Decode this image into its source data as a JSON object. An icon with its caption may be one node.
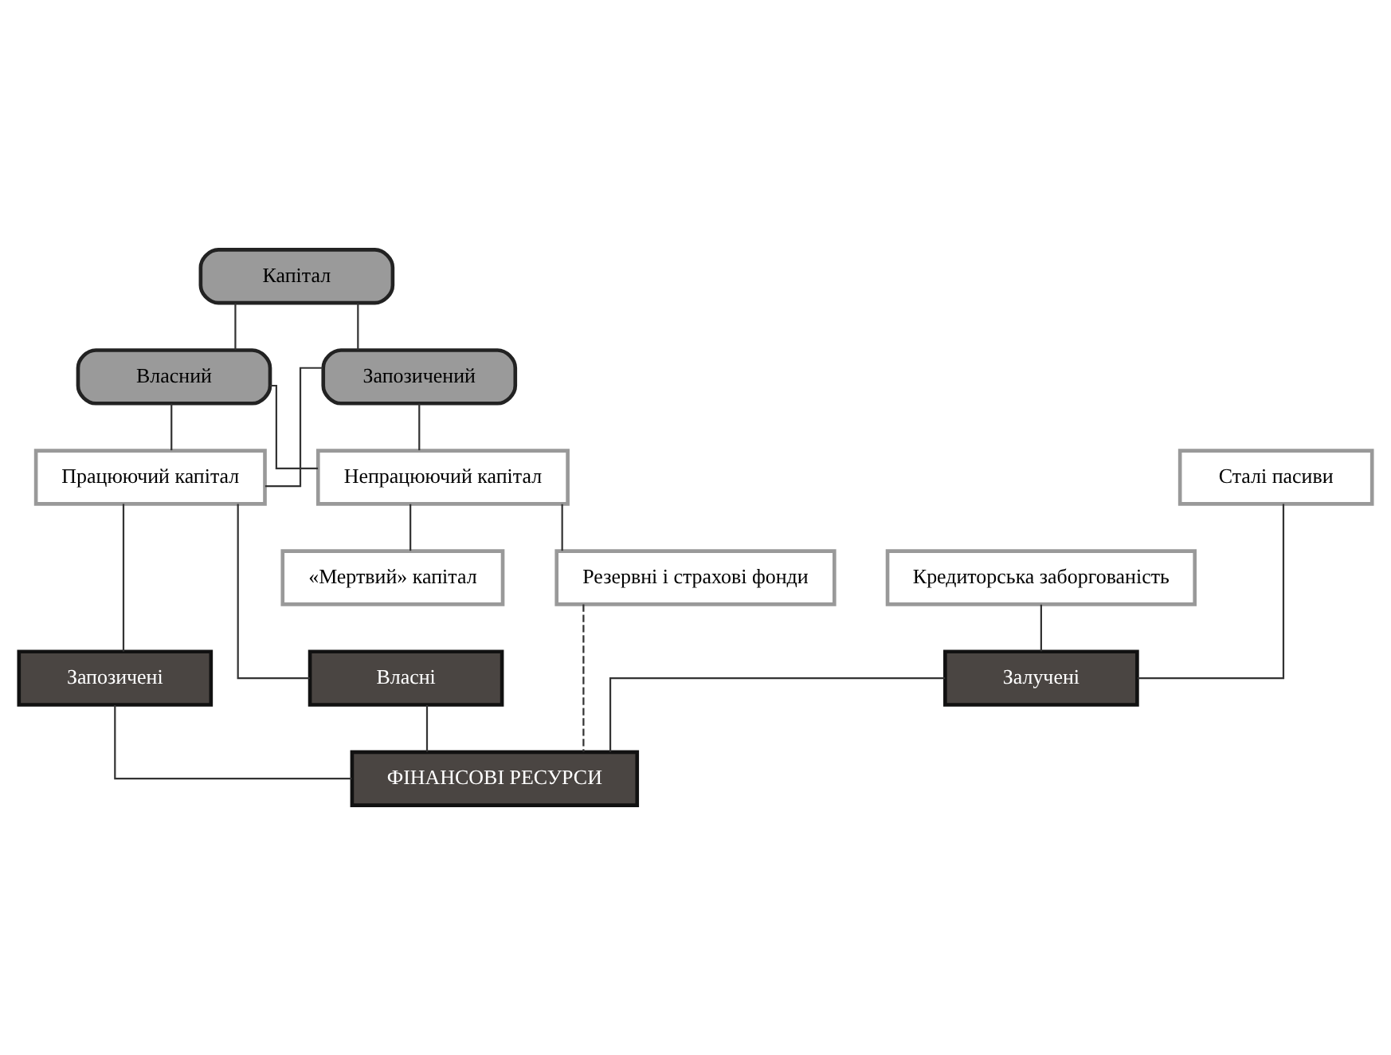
{
  "diagram": {
    "nodes": [
      {
        "text": [
          "Капітал"
        ]
      },
      {
        "text": [
          "Власний"
        ]
      },
      {
        "text": [
          "Запозичений"
        ]
      },
      {
        "text": [
          "Працюючий капітал"
        ]
      },
      {
        "text": [
          "Непрацюючий капітал"
        ]
      },
      {
        "text": [
          "Сталі пасиви"
        ]
      },
      {
        "text": [
          "Резервні і страхові фонди"
        ]
      },
      {
        "text": [
          "«Мертвий» капітал"
        ]
      },
      {
        "text": [
          "Кредиторська заборгованість"
        ]
      },
      {
        "text": [
          "Власні"
        ]
      },
      {
        "text": [
          "Запозичені"
        ]
      },
      {
        "text": [
          "Залучені"
        ]
      },
      {
        "text": [
          "ФІНАНСОВІ РЕСУРСИ"
        ]
      }
    ],
    "edges": [
      {
        "from": 0,
        "to": 1,
        "arrow": "none"
      },
      {
        "from": 0,
        "to": 2,
        "arrow": "none"
      },
      {
        "from": 1,
        "to": 3,
        "arrow": "none"
      },
      {
        "from": 1,
        "to": 4,
        "arrow": "none"
      },
      {
        "from": 2,
        "to": 3,
        "arrow": "none"
      },
      {
        "from": 2,
        "to": 4,
        "arrow": "none"
      },
      {
        "from": 4,
        "to": 6,
        "arrow": "none"
      },
      {
        "from": 4,
        "to": 7,
        "arrow": "none"
      },
      {
        "from": 3,
        "to": 9,
        "arrow": "none"
      },
      {
        "from": 3,
        "to": 10,
        "arrow": "none"
      },
      {
        "from": 5,
        "to": 11,
        "arrow": "none"
      },
      {
        "from": 8,
        "to": 11,
        "arrow": "none"
      },
      {
        "from": 6,
        "to": 12,
        "arrow": "none",
        "style": "dashed"
      },
      {
        "from": 9,
        "to": 12,
        "arrow": "none"
      },
      {
        "from": 10,
        "to": 12,
        "arrow": "none"
      },
      {
        "from": 11,
        "to": 12,
        "arrow": "none"
      }
    ]
  }
}
